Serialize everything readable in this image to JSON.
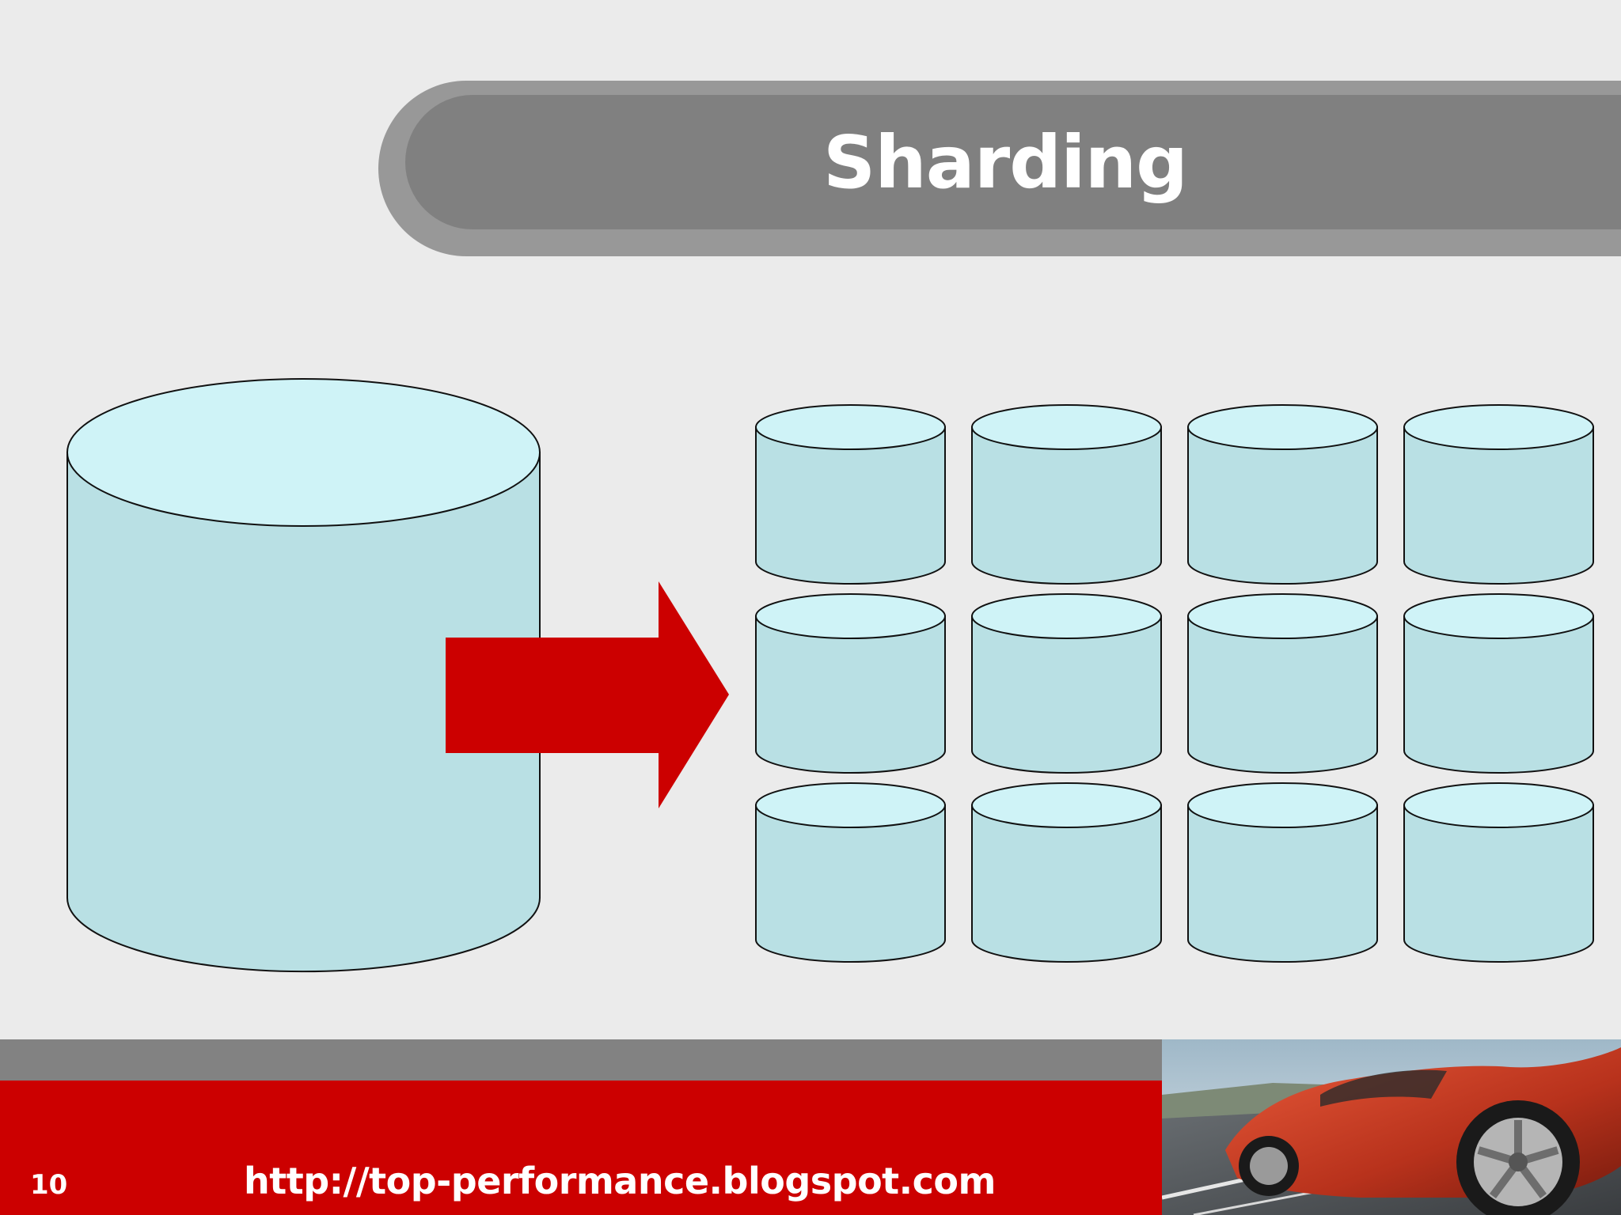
{
  "slide": {
    "title": "Sharding",
    "page_number": "10",
    "url": "http://top-performance.blogspot.com"
  },
  "diagram": {
    "source_database": "large-database",
    "shard_grid": {
      "rows": 3,
      "columns": 4
    },
    "arrow_color": "#cc0000",
    "cylinder_side_color": "#b9e0e4",
    "cylinder_top_color": "#cff3f7"
  },
  "colors": {
    "background": "#ebebeb",
    "title_bar": "#808080",
    "title_bar_outer": "#989898",
    "footer_red": "#cc0000",
    "footer_gray": "#828282"
  },
  "footer_image": "red-sports-car-photo"
}
